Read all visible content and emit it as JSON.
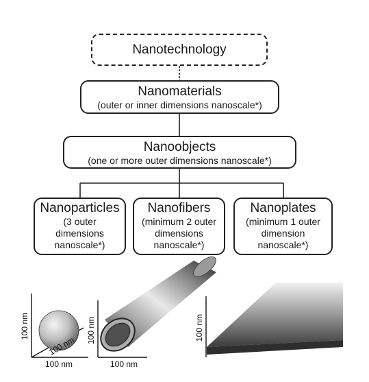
{
  "diagram": {
    "root": {
      "title": "Nanotechnology"
    },
    "level1": {
      "title": "Nanomaterials",
      "subtitle": "(outer or inner dimensions nanoscale*)"
    },
    "level2": {
      "title": "Nanoobjects",
      "subtitle": "(one or more outer dimensions nanoscale*)"
    },
    "leaves": [
      {
        "title": "Nanoparticles",
        "subtitle_lines": [
          "(3 outer",
          "dimensions",
          "nanoscale*)"
        ]
      },
      {
        "title": "Nanofibers",
        "subtitle_lines": [
          "(minimum 2 outer",
          "dimensions",
          "nanoscale*)"
        ]
      },
      {
        "title": "Nanoplates",
        "subtitle_lines": [
          "(minimum 1 outer",
          "dimension",
          "nanoscale*)"
        ]
      }
    ]
  },
  "illustrations": {
    "particle": {
      "y_axis_label": "100 nm",
      "x_axis_label": "100 nm",
      "diagonal_label": "100 nm"
    },
    "fiber": {
      "y_axis_label": "100 nm",
      "x_axis_label": "100 nm"
    },
    "plate": {
      "y_axis_label": "100 nm"
    }
  }
}
